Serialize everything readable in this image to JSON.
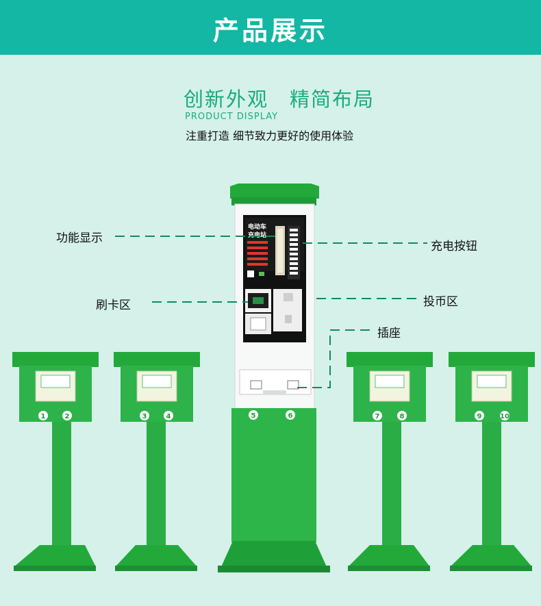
{
  "banner": {
    "title": "产品展示"
  },
  "intro": {
    "subtitle": "创新外观　精简布局",
    "subtitle_en": "PRODUCT  DISPLAY",
    "tagline": "注重打造 细节致力更好的使用体验"
  },
  "callouts": {
    "display": "功能显示",
    "charge_buttons": "充电按钮",
    "card_area": "刷卡区",
    "coin_area": "投币区",
    "socket": "插座"
  },
  "panel": {
    "title_line1": "电动车",
    "title_line2": "充电站"
  },
  "socket_numbers": [
    "1",
    "2",
    "3",
    "4",
    "5",
    "6",
    "7",
    "8",
    "9",
    "10"
  ],
  "colors": {
    "banner": "#13b7a4",
    "accent_text": "#19ad78",
    "post_green": "#22a93a",
    "background": "#d5f1ea"
  }
}
